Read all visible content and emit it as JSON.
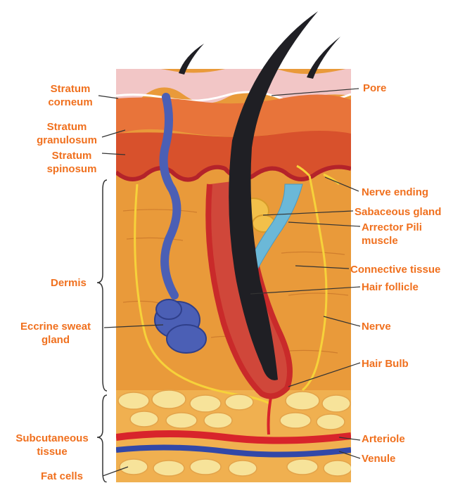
{
  "labels": {
    "stratum_corneum": [
      "Stratum",
      "corneum"
    ],
    "stratum_granulosum": [
      "Stratum",
      "granulosum"
    ],
    "stratum_spinosum": [
      "Stratum",
      "spinosum"
    ],
    "dermis": "Dermis",
    "eccrine_sweat_gland": [
      "Eccrine sweat",
      "gland"
    ],
    "subcutaneous_tissue": [
      "Subcutaneous",
      "tissue"
    ],
    "fat_cells": "Fat cells",
    "pore": "Pore",
    "nerve_ending": "Nerve ending",
    "sebaceous_gland": "Sabaceous gland",
    "arrector_pili_muscle": [
      "Arrector Pili",
      "muscle"
    ],
    "connective_tissue": "Connective tissue",
    "hair_follicle": "Hair follicle",
    "nerve": "Nerve",
    "hair_bulb": "Hair Bulb",
    "arteriole": "Arteriole",
    "venule": "Venule"
  },
  "colors": {
    "label_text": "#f0701e",
    "epidermis_top": "#f2c6c6",
    "dermis": "#e99a3a",
    "subcutaneous": "#f0b050",
    "fat_cells": "#f7e39a",
    "sweat_gland": "#4b5fb5",
    "hair": "#1f1f24",
    "follicle": "#c92a2a",
    "sebaceous": "#f2c04a",
    "muscle": "#6bb8d8",
    "nerve": "#f6d23a",
    "arteriole": "#d8242b",
    "venule": "#3248a8"
  }
}
